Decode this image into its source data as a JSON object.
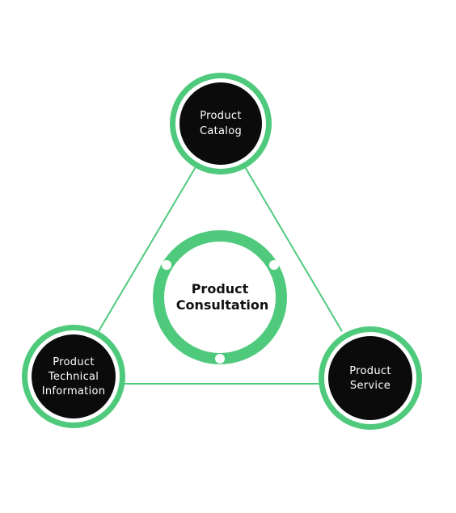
{
  "colors": {
    "accent": "#4fca7c",
    "node_fill": "#0b0b0b",
    "node_text": "#ffffff",
    "center_text": "#111111",
    "background": "#ffffff"
  },
  "center": {
    "line1": "Product",
    "line2": "Consultation"
  },
  "nodes": {
    "catalog": {
      "line1": "Product",
      "line2": "Catalog"
    },
    "technical": {
      "line1": "Product",
      "line2": "Technical",
      "line3": "Information"
    },
    "service": {
      "line1": "Product",
      "line2": "Service"
    }
  }
}
